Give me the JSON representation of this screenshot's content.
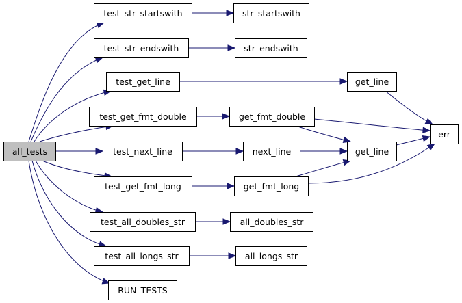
{
  "diagram": {
    "type": "call-graph",
    "colors": {
      "edge": "#191970",
      "root_fill": "#bfbfbf",
      "node_fill": "#ffffff",
      "border": "#000000"
    },
    "nodes": [
      {
        "id": "all_tests",
        "label": "all_tests",
        "root": true
      },
      {
        "id": "test_str_startswith",
        "label": "test_str_startswith"
      },
      {
        "id": "str_startswith",
        "label": "str_startswith"
      },
      {
        "id": "test_str_endswith",
        "label": "test_str_endswith"
      },
      {
        "id": "str_endswith",
        "label": "str_endswith"
      },
      {
        "id": "test_get_line",
        "label": "test_get_line"
      },
      {
        "id": "get_line_top",
        "label": "get_line"
      },
      {
        "id": "test_get_fmt_double",
        "label": "test_get_fmt_double"
      },
      {
        "id": "get_fmt_double",
        "label": "get_fmt_double"
      },
      {
        "id": "err",
        "label": "err"
      },
      {
        "id": "test_next_line",
        "label": "test_next_line"
      },
      {
        "id": "next_line",
        "label": "next_line"
      },
      {
        "id": "get_line_mid",
        "label": "get_line"
      },
      {
        "id": "test_get_fmt_long",
        "label": "test_get_fmt_long"
      },
      {
        "id": "get_fmt_long",
        "label": "get_fmt_long"
      },
      {
        "id": "test_all_doubles_str",
        "label": "test_all_doubles_str"
      },
      {
        "id": "all_doubles_str",
        "label": "all_doubles_str"
      },
      {
        "id": "test_all_longs_str",
        "label": "test_all_longs_str"
      },
      {
        "id": "all_longs_str",
        "label": "all_longs_str"
      },
      {
        "id": "RUN_TESTS",
        "label": "RUN_TESTS"
      }
    ],
    "edges": [
      {
        "from": "all_tests",
        "to": "test_str_startswith"
      },
      {
        "from": "all_tests",
        "to": "test_str_endswith"
      },
      {
        "from": "all_tests",
        "to": "test_get_line"
      },
      {
        "from": "all_tests",
        "to": "test_get_fmt_double"
      },
      {
        "from": "all_tests",
        "to": "test_next_line"
      },
      {
        "from": "all_tests",
        "to": "test_get_fmt_long"
      },
      {
        "from": "all_tests",
        "to": "test_all_doubles_str"
      },
      {
        "from": "all_tests",
        "to": "test_all_longs_str"
      },
      {
        "from": "all_tests",
        "to": "RUN_TESTS"
      },
      {
        "from": "test_str_startswith",
        "to": "str_startswith"
      },
      {
        "from": "test_str_endswith",
        "to": "str_endswith"
      },
      {
        "from": "test_get_line",
        "to": "get_line_top"
      },
      {
        "from": "get_line_top",
        "to": "err"
      },
      {
        "from": "test_get_fmt_double",
        "to": "get_fmt_double"
      },
      {
        "from": "get_fmt_double",
        "to": "err"
      },
      {
        "from": "get_fmt_double",
        "to": "get_line_mid"
      },
      {
        "from": "test_next_line",
        "to": "next_line"
      },
      {
        "from": "next_line",
        "to": "get_line_mid"
      },
      {
        "from": "get_line_mid",
        "to": "err"
      },
      {
        "from": "test_get_fmt_long",
        "to": "get_fmt_long"
      },
      {
        "from": "get_fmt_long",
        "to": "get_line_mid"
      },
      {
        "from": "get_fmt_long",
        "to": "err"
      },
      {
        "from": "test_all_doubles_str",
        "to": "all_doubles_str"
      },
      {
        "from": "test_all_longs_str",
        "to": "all_longs_str"
      }
    ]
  }
}
